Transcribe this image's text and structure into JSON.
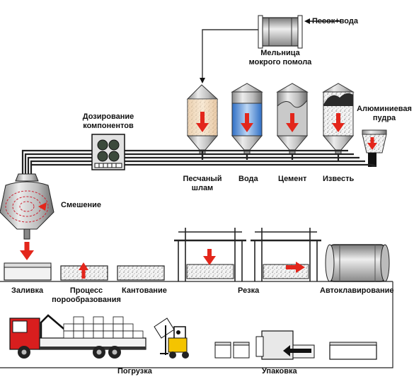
{
  "labels": {
    "sand_water": "Песок+вода",
    "mill_line1": "Мельница",
    "mill_line2": "мокрого помола",
    "dosing_line1": "Дозирование",
    "dosing_line2": "компонентов",
    "aluminum_line1": "Алюминиевая",
    "aluminum_line2": "пудра",
    "sand_slurry_line1": "Песчаный",
    "sand_slurry_line2": "шлам",
    "water": "Вода",
    "cement": "Цемент",
    "lime": "Известь",
    "mixing": "Смешение",
    "pouring": "Заливка",
    "process_line1": "Процесс",
    "process_line2": "порообразования",
    "tilting": "Кантование",
    "cutting": "Резка",
    "autoclaving": "Автоклавирование",
    "loading": "Погрузка",
    "packing": "Упаковка"
  },
  "colors": {
    "arrow_red": "#e3261b",
    "water_blue": "#3f7fd1",
    "sand": "#f1cfa5",
    "forklift_yellow": "#f4c400",
    "truck_red": "#d81e1e"
  }
}
